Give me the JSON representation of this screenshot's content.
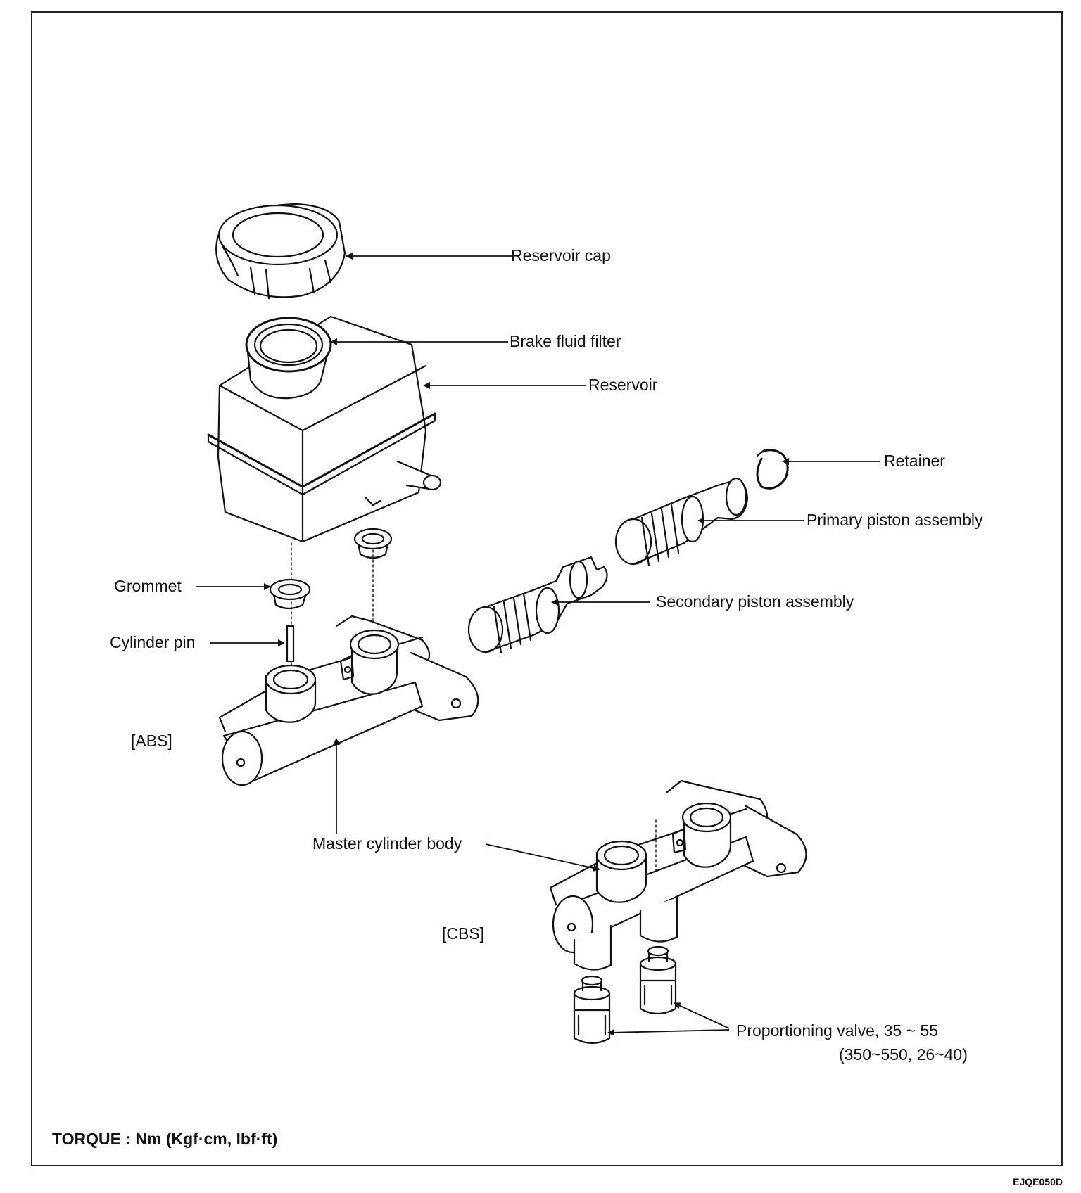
{
  "labels": {
    "reservoir_cap": "Reservoir cap",
    "brake_fluid_filter": "Brake fluid filter",
    "reservoir": "Reservoir",
    "retainer": "Retainer",
    "primary_piston": "Primary piston assembly",
    "secondary_piston": "Secondary piston assembly",
    "grommet": "Grommet",
    "cylinder_pin": "Cylinder pin",
    "abs": "[ABS]",
    "master_cylinder_body": "Master cylinder body",
    "cbs": "[CBS]",
    "proportioning_valve": "Proportioning valve, 35 ~ 55",
    "proportioning_valve_torque": "(350~550, 26~40)"
  },
  "footer": {
    "torque_note": "TORQUE : Nm (Kgf·cm, lbf·ft)",
    "figure_code": "EJQE050D"
  }
}
